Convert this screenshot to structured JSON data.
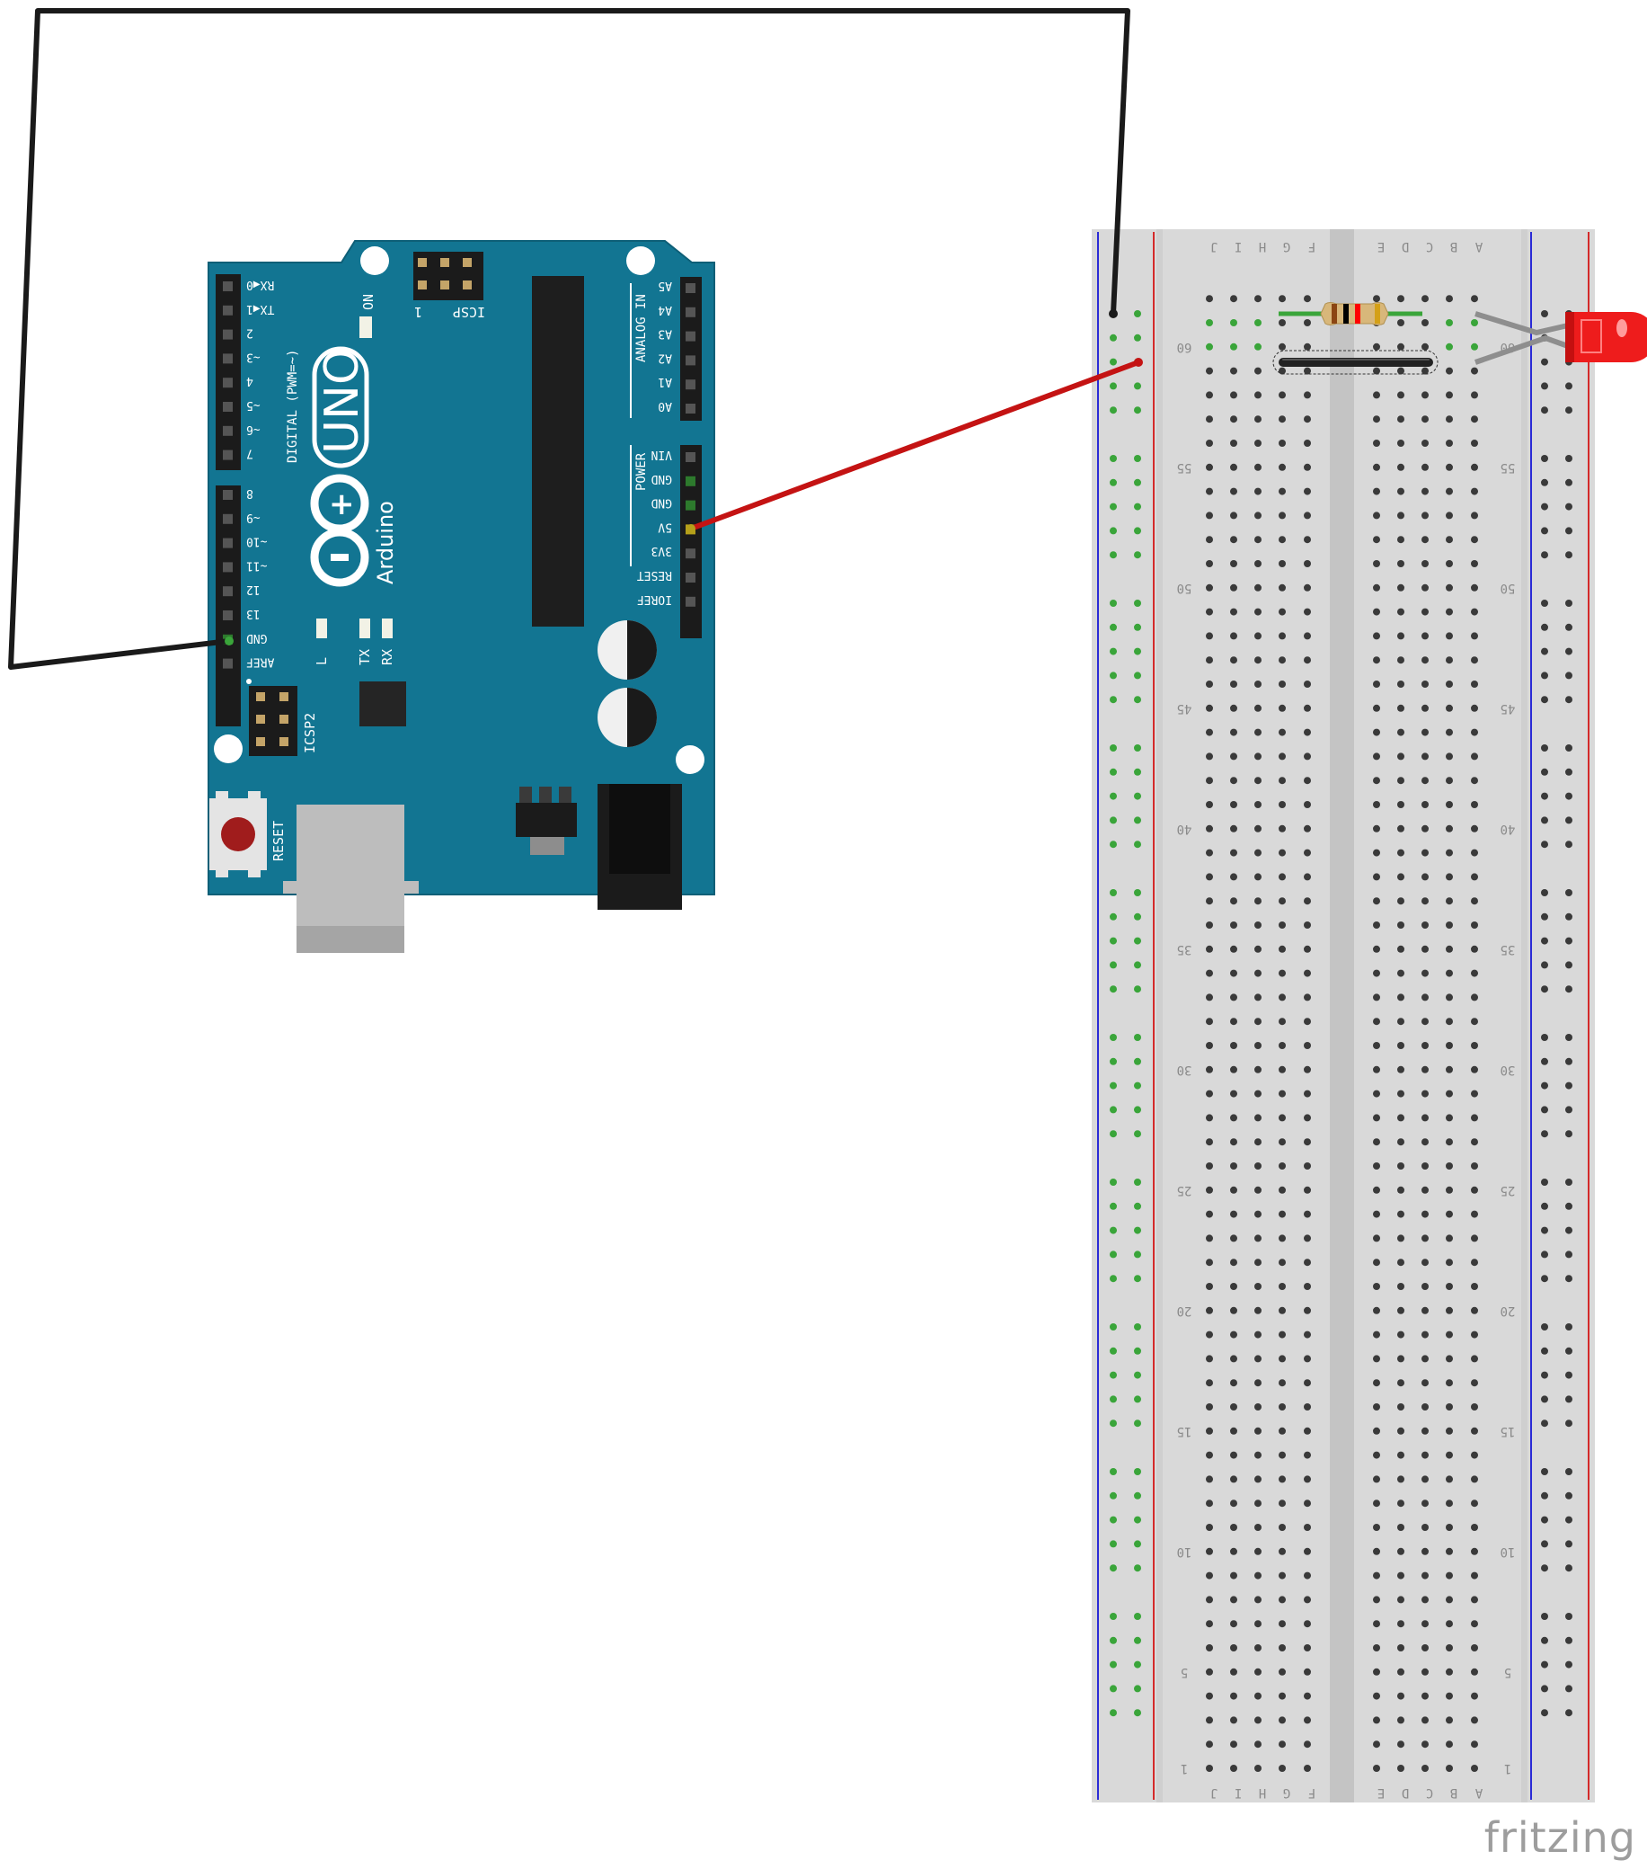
{
  "arduino": {
    "board_name": "Arduino",
    "model": "UNO",
    "on_label": "ON",
    "icsp_label": "ICSP",
    "icsp_pin_one": "1",
    "icsp2_label": "ICSP2",
    "reset_label": "RESET",
    "digital_label": "DIGITAL (PWM=~)",
    "analog_label": "ANALOG IN",
    "power_label": "POWER",
    "digital_pins_top": [
      "RX◀0",
      "TX◀1",
      "2",
      "~3",
      "4",
      "~5",
      "~6",
      "7"
    ],
    "digital_pins_bottom": [
      "8",
      "~9",
      "~10",
      "~11",
      "12",
      "13",
      "GND",
      "AREF"
    ],
    "analog_pins": [
      "A5",
      "A4",
      "A3",
      "A2",
      "A1",
      "A0"
    ],
    "power_pins": [
      "VIN",
      "GND",
      "GND",
      "5V",
      "3V3",
      "RESET",
      "IOREF"
    ],
    "led_labels": [
      "L",
      "TX",
      "RX"
    ],
    "colors": {
      "board": "#127592",
      "header": "#1b1b1b",
      "reset_button": "#a01c1c"
    }
  },
  "breadboard": {
    "column_letters": [
      "J",
      "I",
      "H",
      "G",
      "F",
      "E",
      "D",
      "C",
      "B",
      "A"
    ],
    "row_labels": [
      "60",
      "55",
      "50",
      "45",
      "40",
      "35",
      "30",
      "25",
      "20",
      "15",
      "10",
      "5",
      "1"
    ],
    "colors": {
      "body": "#d9d9d9",
      "hole": "#3a3a3a",
      "connected_hole": "#3aa53a",
      "power_blue": "#2b2bd6",
      "power_red": "#d42a2a"
    }
  },
  "components": {
    "resistor": {
      "kind": "resistor",
      "colors": [
        "#8b4513",
        "#000000",
        "#ff0000",
        "#d4a017"
      ]
    },
    "led": {
      "kind": "led",
      "color": "#ee1c1c"
    },
    "jumper": {
      "kind": "jumper",
      "color": "#222222"
    }
  },
  "wires": [
    {
      "name": "gnd-wire",
      "color": "#1a1a1a"
    },
    {
      "name": "5v-wire",
      "color": "#c41313"
    }
  ],
  "watermark": "fritzing"
}
